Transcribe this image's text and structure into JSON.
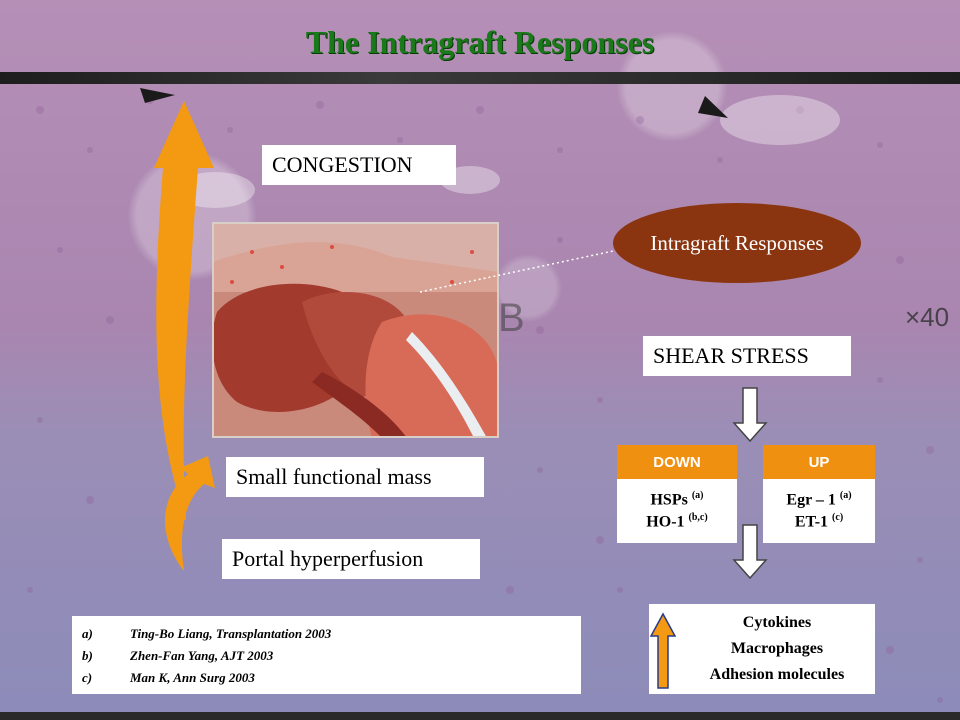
{
  "title": "The Intragraft Responses",
  "labels": {
    "congestion": "CONGESTION",
    "small_mass": "Small functional mass",
    "portal": "Portal hyperperfusion",
    "intragraft": "Intragraft Responses",
    "shear": "SHEAR STRESS"
  },
  "down": {
    "header": "DOWN",
    "items": [
      {
        "name": "HSPs",
        "ref": "(a)"
      },
      {
        "name": "HO-1",
        "ref": "(b,c)"
      }
    ]
  },
  "up": {
    "header": "UP",
    "items": [
      {
        "name": "Egr – 1",
        "ref": "(a)"
      },
      {
        "name": "ET-1",
        "ref": "(c)"
      }
    ]
  },
  "results": [
    "Cytokines",
    "Macrophages",
    "Adhesion molecules"
  ],
  "references": [
    {
      "label": "a)",
      "text": "Ting-Bo Liang, Transplantation 2003"
    },
    {
      "label": "b)",
      "text": "Zhen-Fan Yang, AJT 2003"
    },
    {
      "label": "c)",
      "text": "Man K, Ann Surg 2003"
    }
  ],
  "background_marks": {
    "letter": "B",
    "magnification": "×40"
  },
  "colors": {
    "title": "#1a7a1a",
    "arrow_orange": "#f39a12",
    "ellipse": "#8a3510",
    "header_orange": "#f09010"
  }
}
